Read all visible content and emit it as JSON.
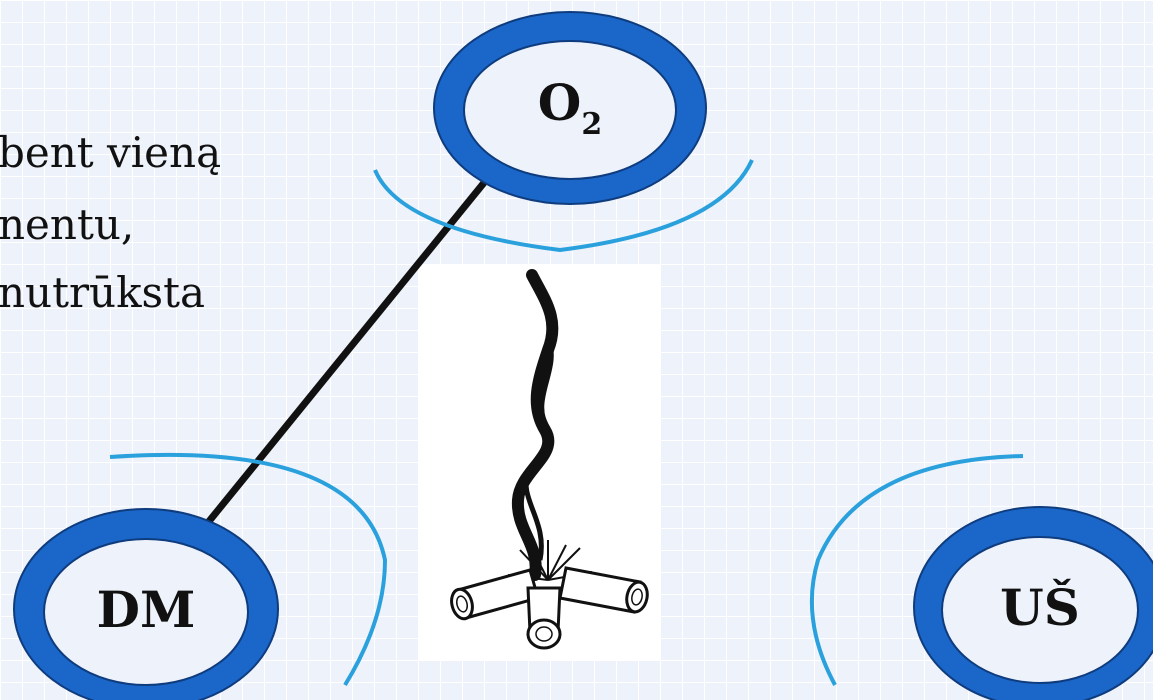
{
  "text_lines": [
    "bent vieną",
    "nentu,",
    "nutrūksta"
  ],
  "nodes": {
    "oxygen": {
      "main": "O",
      "sub": "2"
    },
    "fuel": {
      "label": "DM"
    },
    "ignition": {
      "label": "UŠ"
    }
  },
  "colors": {
    "background": "#eef2fb",
    "grid": "#ffffff",
    "ring_fill": "#1a67c9",
    "ring_stroke": "#0e3c7e",
    "arc": "#2aa1dc",
    "connector": "#111111"
  },
  "icons": {
    "center_illustration": "campfire-with-smoke-icon"
  }
}
